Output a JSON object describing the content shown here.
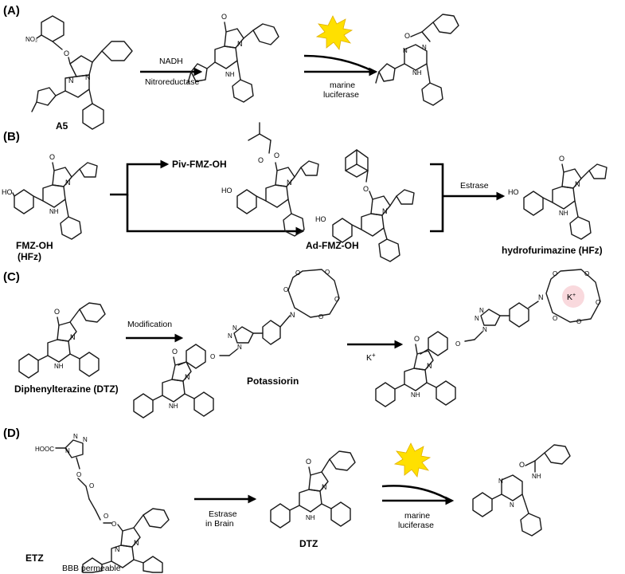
{
  "panels": [
    {
      "id": "A",
      "label": "(A)",
      "compound": "A5",
      "conditions_top": "NADH",
      "conditions_bottom": "Nitroreductase",
      "enzyme_line1": "marine",
      "enzyme_line2": "luciferase"
    },
    {
      "id": "B",
      "label": "(B)",
      "start_line1": "FMZ-OH",
      "start_line2": "(HFz)",
      "upper_product": "Piv-FMZ-OH",
      "lower_product": "Ad-FMZ-OH",
      "conditions": "Estrase",
      "final_product": "hydrofurimazine (HFz)"
    },
    {
      "id": "C",
      "label": "(C)",
      "start": "Diphenylterazine (DTZ)",
      "conditions": "Modification",
      "product": "Potassiorin",
      "ion": "K",
      "ion_charge": "+"
    },
    {
      "id": "D",
      "label": "(D)",
      "start": "ETZ",
      "permeability": "BBB permeable",
      "conditions_line1": "Estrase",
      "conditions_line2": "in Brain",
      "intermediate": "DTZ",
      "enzyme_line1": "marine",
      "enzyme_line2": "luciferase"
    }
  ],
  "atoms": {
    "N": "N",
    "H": "H",
    "O": "O",
    "NH": "NH",
    "HO": "HO",
    "HOOC": "HOOC",
    "NO2": "NO₂"
  },
  "colors": {
    "flash_fill": "#ffe000",
    "flash_stroke": "#e0b000",
    "ion_halo": "#f9d9dd"
  }
}
